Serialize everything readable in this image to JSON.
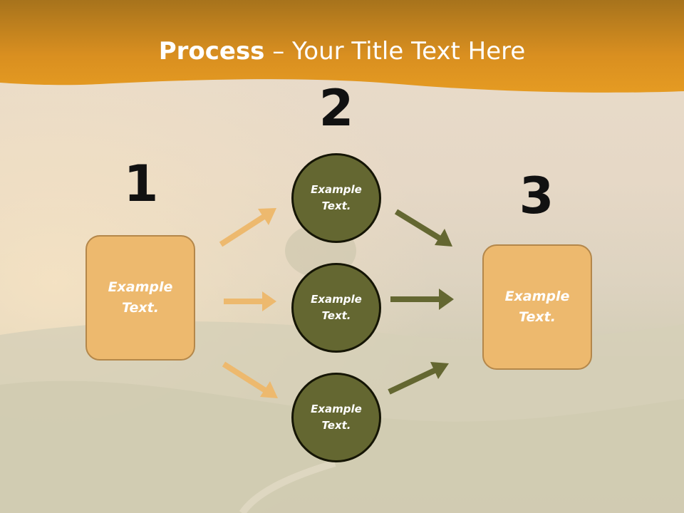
{
  "slide": {
    "title_bold": "Process",
    "title_rest": " – Your Title Text Here",
    "colors": {
      "banner": "#e0961f",
      "box": "#edb96e",
      "circle": "#646731",
      "arrow_light": "#edb96e",
      "arrow_dark": "#646731"
    }
  },
  "steps": [
    {
      "number": "1",
      "text": "Example Text."
    },
    {
      "number": "2",
      "circles": [
        "Example Text.",
        "Example Text.",
        "Example Text."
      ]
    },
    {
      "number": "3",
      "text": "Example Text."
    }
  ]
}
